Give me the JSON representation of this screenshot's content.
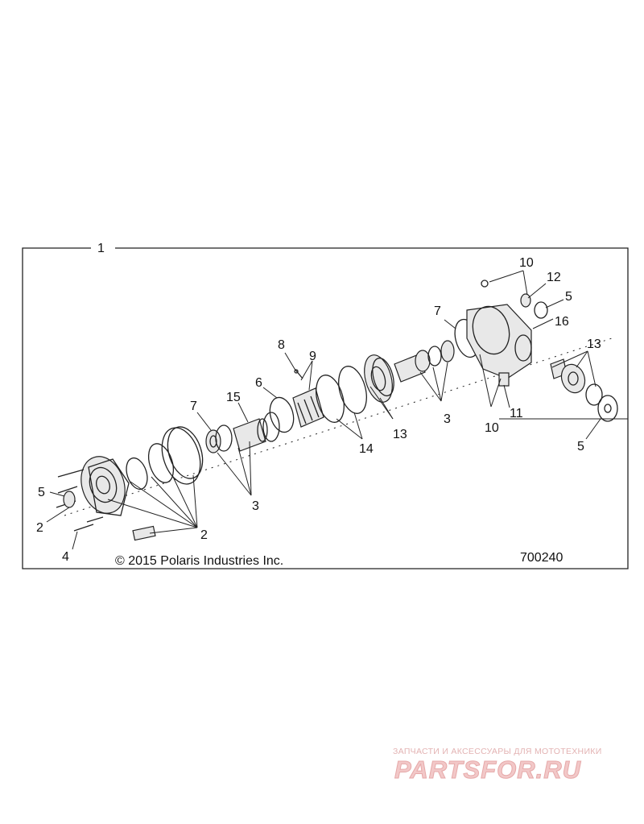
{
  "diagram": {
    "assembly_callout": "1",
    "copyright": "© 2015 Polaris Industries Inc.",
    "figure_number": "700240",
    "callouts": {
      "c10_top": "10",
      "c12": "12",
      "c5_top": "5",
      "c16": "16",
      "c7_right": "7",
      "c13_right": "13",
      "c8": "8",
      "c9": "9",
      "c6": "6",
      "c15": "15",
      "c7_left": "7",
      "c3_mid": "3",
      "c10_bottom": "10",
      "c11": "11",
      "c13_mid": "13",
      "c14": "14",
      "c5_right": "5",
      "c3_low": "3",
      "c5_left": "5",
      "c2_left": "2",
      "c2_bottom": "2",
      "c4": "4"
    }
  },
  "watermark": {
    "tagline": "ЗАПЧАСТИ И АКСЕССУАРЫ ДЛЯ МОТОТЕХНИКИ",
    "logo": "PARTSFOR.RU"
  }
}
